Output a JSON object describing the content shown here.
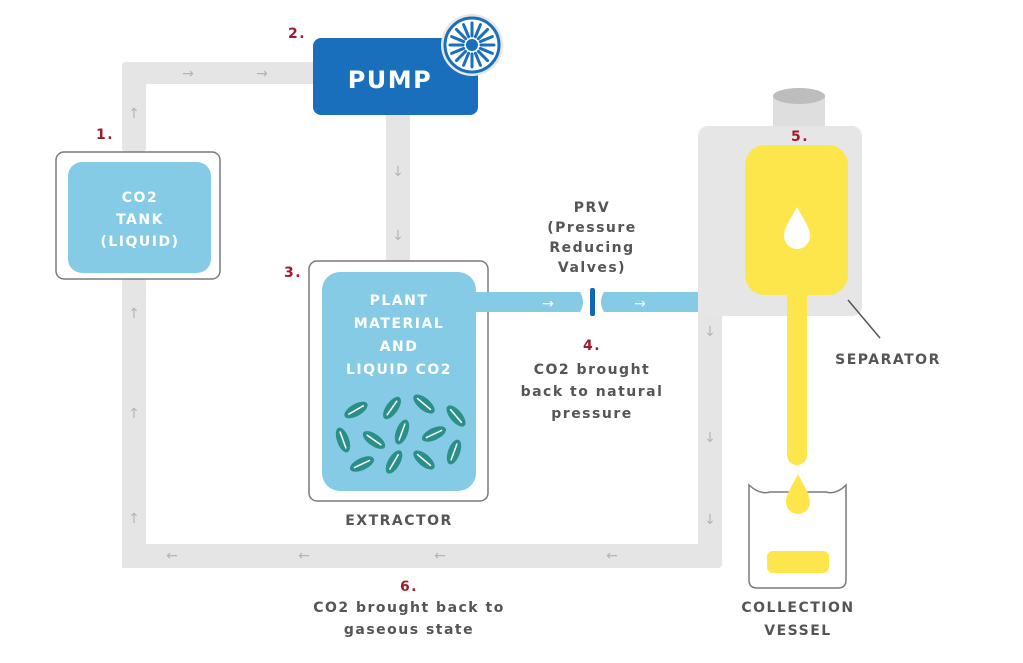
{
  "colors": {
    "pipe": "#e5e5e5",
    "arrow": "#b5b5b5",
    "pump": "#1a6fbd",
    "pump_dark": "#1467b3",
    "tank_fill": "#86cbe6",
    "pipe_blue": "#86cbe6",
    "leaf": "#2a8f86",
    "separator_body": "#e6e6e6",
    "oil": "#fde64b",
    "step_number": "#a3182a",
    "label_text": "#555555",
    "box_outline": "#7a7a7a"
  },
  "steps": {
    "s1": "1.",
    "s2": "2.",
    "s3": "3.",
    "s4": "4.",
    "s5": "5.",
    "s6": "6."
  },
  "tank": {
    "line1": "CO2",
    "line2": "TANK",
    "line3": "(LIQUID)"
  },
  "pump": {
    "label": "PUMP",
    "icon": "fan-icon"
  },
  "extractor": {
    "line1": "PLANT",
    "line2": "MATERIAL",
    "line3": "AND",
    "line4": "LIQUID CO2",
    "caption": "EXTRACTOR",
    "icon": "leaf-icon"
  },
  "prv": {
    "line1": "PRV",
    "line2": "(Pressure",
    "line3": "Reducing",
    "line4": "Valves)",
    "desc1": "CO2 brought",
    "desc2": "back to natural",
    "desc3": "pressure"
  },
  "separator": {
    "caption": "SEPARATOR",
    "icon": "droplet-icon"
  },
  "collection": {
    "line1": "COLLECTION",
    "line2": "VESSEL"
  },
  "gaseous": {
    "line1": "CO2 brought back to",
    "line2": "gaseous state"
  },
  "arrow_glyphs": {
    "right": "→",
    "left": "←",
    "up": "↑",
    "down": "↓"
  }
}
